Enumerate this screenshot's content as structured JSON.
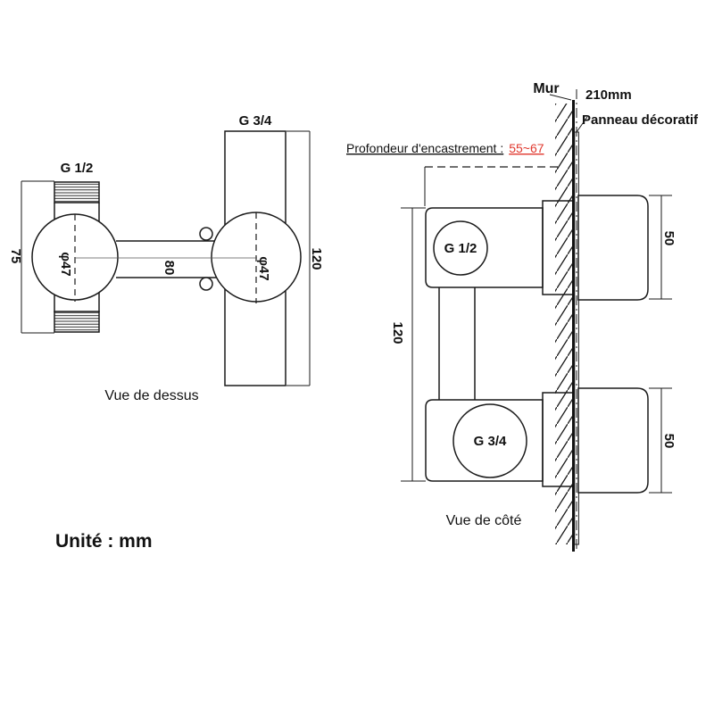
{
  "colors": {
    "line": "#1a1a1a",
    "accent_red": "#e0382e",
    "background": "#ffffff"
  },
  "unit_note": "Unité : mm",
  "top_view": {
    "caption": "Vue de dessus",
    "thread_small_label": "G 1/2",
    "thread_large_label": "G 3/4",
    "left_knob_diameter": "φ47",
    "right_knob_diameter": "φ47",
    "dim_connector_length": "75",
    "dim_center_spacing": "80",
    "dim_bar_height": "120"
  },
  "side_view": {
    "caption": "Vue de côté",
    "wall_label": "Mur",
    "panel_height_label": "210mm",
    "panel_label": "Panneau décoratif",
    "depth_label": "Profondeur d'encastrement :",
    "depth_value": "55~67",
    "inlet_top_label": "G 1/2",
    "inlet_bottom_label": "G 3/4",
    "dim_body_height": "120",
    "dim_knob_top": "50",
    "dim_knob_bottom": "50"
  }
}
